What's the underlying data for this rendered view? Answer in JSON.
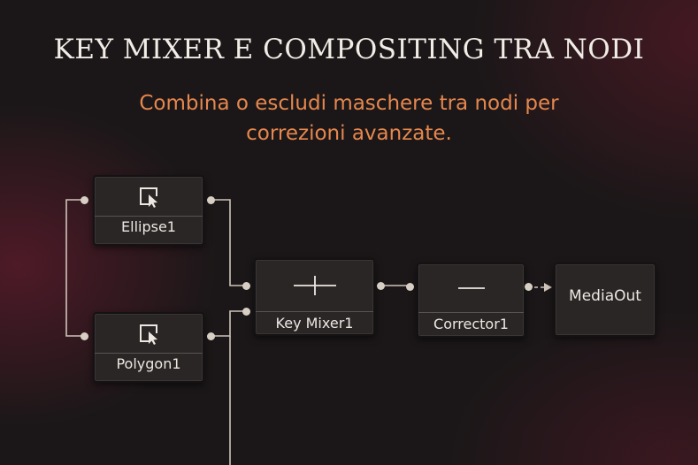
{
  "header": {
    "title": "KEY MIXER E COMPOSITING TRA NODI",
    "subtitle": "Combina o escludi maschere tra nodi per correzioni avanzate."
  },
  "nodes": {
    "ellipse": {
      "label": "Ellipse1",
      "icon": "mask-select-icon"
    },
    "polygon": {
      "label": "Polygon1",
      "icon": "mask-select-icon"
    },
    "key_mixer": {
      "label": "Key Mixer1",
      "icon": "plus-icon"
    },
    "corrector": {
      "label": "Corrector1",
      "icon": "minus-icon"
    },
    "media_out": {
      "label": "MediaOut"
    }
  },
  "colors": {
    "accent": "#e6874e",
    "title": "#f1ece6",
    "wire": "#d8cfc4",
    "node_bg": "#2a2626"
  }
}
